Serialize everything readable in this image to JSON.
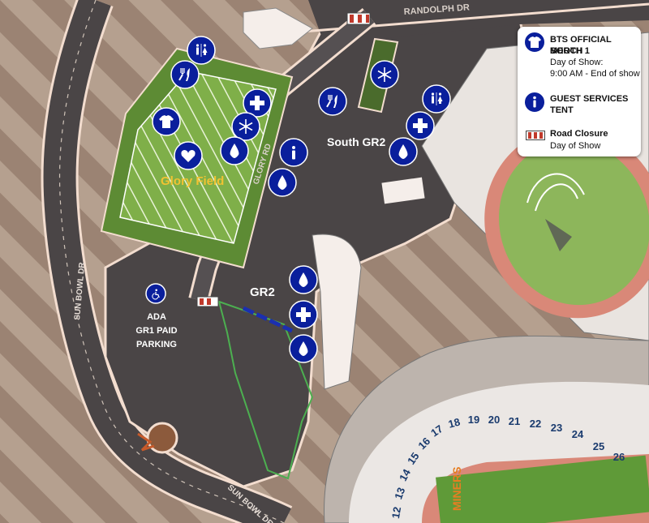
{
  "colors": {
    "icon_blue": "#0a1f9c",
    "road": "#4a4546",
    "road_edge": "#f3ddcf",
    "field_green": "#7faf49",
    "ground": "#9a8272",
    "label_yellow": "#f1c232",
    "track": "#d98878",
    "gr2_path": "#4caf50"
  },
  "streets": {
    "randolph": "RANDOLPH DR",
    "glory_rd": "GLORY RD",
    "sun_bowl_west": "SUN BOWL DR",
    "sun_bowl_south": "SUN BOWL DR"
  },
  "areas": {
    "glory_field": "Glory Field",
    "south_gr2": "South GR2",
    "gr2": "GR2",
    "ada_parking": [
      "ADA",
      "GR1 PAID",
      "PARKING"
    ]
  },
  "legend": {
    "merch": {
      "icon": "tshirt-icon",
      "title_lines": [
        "BTS OFFICIAL MERCH",
        "BOOTH 1"
      ],
      "detail_lines": [
        "Day of Show:",
        "9:00 AM - End of show"
      ]
    },
    "guest_services": {
      "icon": "info-icon",
      "title_lines": [
        "GUEST SERVICES",
        "TENT"
      ]
    },
    "road_closure": {
      "icon": "road-closure-icon",
      "title": "Road Closure",
      "detail": "Day of Show"
    }
  },
  "map_icons": [
    {
      "type": "restroom-icon",
      "area": "Glory Field"
    },
    {
      "type": "food-icon",
      "area": "Glory Field"
    },
    {
      "type": "tshirt-icon",
      "area": "Glory Field"
    },
    {
      "type": "heart-icon",
      "area": "Glory Field"
    },
    {
      "type": "first-aid-icon",
      "area": "Glory Field"
    },
    {
      "type": "cooling-icon",
      "area": "Glory Field"
    },
    {
      "type": "water-icon",
      "area": "Glory Field"
    },
    {
      "type": "info-icon",
      "area": "Glory Rd"
    },
    {
      "type": "water-icon",
      "area": "Glory Rd"
    },
    {
      "type": "cooling-icon",
      "area": "South GR2"
    },
    {
      "type": "food-icon",
      "area": "South GR2"
    },
    {
      "type": "restroom-icon",
      "area": "South GR2"
    },
    {
      "type": "first-aid-icon",
      "area": "South GR2"
    },
    {
      "type": "water-icon",
      "area": "South GR2"
    },
    {
      "type": "water-icon",
      "area": "GR2"
    },
    {
      "type": "first-aid-icon",
      "area": "GR2"
    },
    {
      "type": "water-icon",
      "area": "GR2"
    },
    {
      "type": "accessible-icon",
      "area": "ADA GR1 Paid Parking"
    }
  ],
  "stadium": {
    "sections": [
      "12",
      "13",
      "14",
      "15",
      "16",
      "17",
      "18",
      "19",
      "20",
      "21",
      "22",
      "23",
      "24",
      "25",
      "26"
    ],
    "endzone_text": "MINERS"
  }
}
